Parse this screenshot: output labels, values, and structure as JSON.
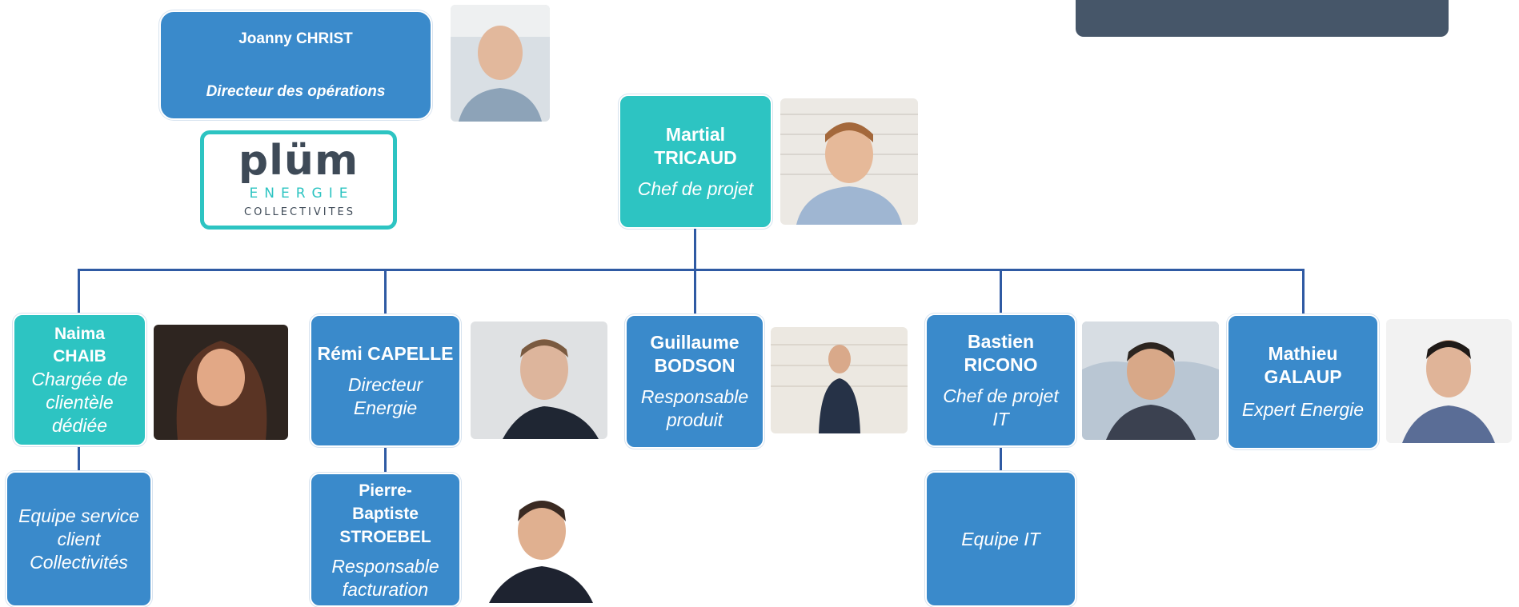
{
  "header": {
    "name": "Joanny CHRIST",
    "role": "Directeur des opérations"
  },
  "logo": {
    "main": "plüm",
    "sub": "ENERGIE",
    "sub2": "COLLECTIVITES"
  },
  "lead": {
    "name": "Martial TRICAUD",
    "role": "Chef de projet"
  },
  "team": [
    {
      "name": "Naima CHAIB",
      "role": "Chargée de clientèle dédiée"
    },
    {
      "name": "Rémi CAPELLE",
      "role": "Directeur Energie"
    },
    {
      "name": "Guillaume BODSON",
      "role": "Responsable produit"
    },
    {
      "name": "Bastien RICONO",
      "role": "Chef de projet IT"
    },
    {
      "name": "Mathieu GALAUP",
      "role": "Expert Energie"
    }
  ],
  "sub": {
    "service_client": "Equipe service client Collectivités",
    "pierre_name": "Pierre-Baptiste STROEBEL",
    "pierre_role": "Responsable facturation",
    "equipe_it": "Equipe IT"
  },
  "colors": {
    "blue": "#3a8acb",
    "teal": "#2dc4c2",
    "connector": "#2f5aa3",
    "topbar": "#465669"
  }
}
